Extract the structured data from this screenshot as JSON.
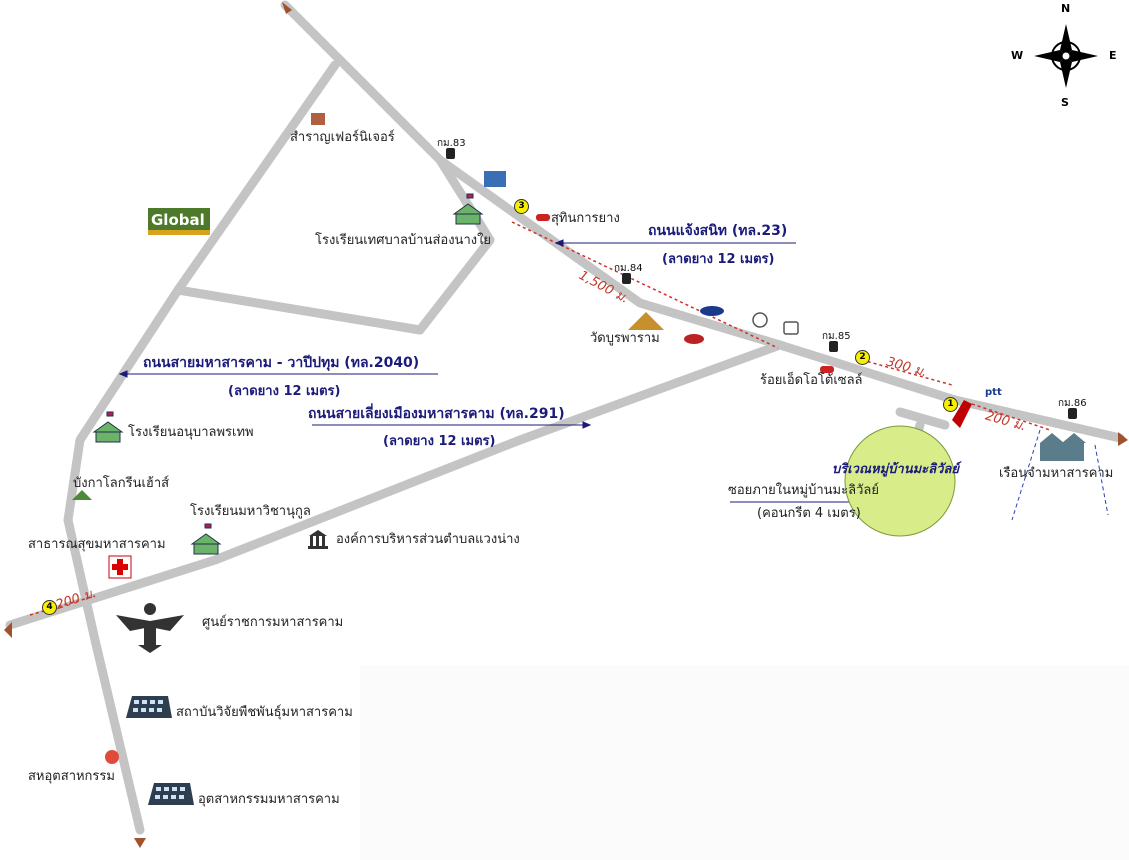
{
  "compass": {
    "n": "N",
    "s": "S",
    "e": "E",
    "w": "W"
  },
  "roads": {
    "road23_title": "ถนนแจ้งสนิท (ทล.23)",
    "road23_sub": "(ลาดยาง 12 เมตร)",
    "road2040_title": "ถนนสายมหาสารคาม - วาปีปทุม (ทล.2040)",
    "road2040_sub": "(ลาดยาง 12 เมตร)",
    "road291_title": "ถนนสายเลี่ยงเมืองมหาสารคาม (ทล.291)",
    "road291_sub": "(ลาดยาง 12 เมตร)",
    "soi_title": "ซอยภายในหมู่บ้านมะลิวัลย์",
    "soi_sub": "(คอนกรีต 4 เมตร)"
  },
  "landmarks": {
    "furniture": "สำราญเฟอร์นิเจอร์",
    "school_thesaban": "โรงเรียนเทศบาลบ้านส่องนางใย",
    "sutin": "สุทินการยาง",
    "wat": "วัดบูรพาราม",
    "roi_et_auto": "ร้อยเอ็ดโอโต้เซลล์",
    "village": "บริเวณหมู่บ้านมะลิวัลย์",
    "ruen_jam": "เรือนจำมหาสารคาม",
    "kindergarten": "โรงเรียนอนุบาลพรเทพ",
    "bungalow": "บังกาโลกรีนเฮ้าส์",
    "school_mahawichanukul": "โรงเรียนมหาวิชานุกูล",
    "health_office": "สาธารณสุขมหาสารคาม",
    "tambon_admin": "องค์การบริหารส่วนตำบลแวงน่าง",
    "govt_center": "ศูนย์ราชการมหาสารคาม",
    "research_inst": "สถาบันวิจัยพืชพันธุ์มหาสารคาม",
    "industry_coop": "สหอุตสาหกรรม",
    "industry_office": "อุตสาหกรรมมหาสารคาม",
    "global_logo": "Global",
    "ptt": "ptt"
  },
  "km_markers": {
    "km83": "กม.83",
    "km84": "กม.84",
    "km85": "กม.85",
    "km86": "กม.86"
  },
  "distances": {
    "d1500": "1,500 ม.",
    "d300": "300 ม.",
    "d200_east": "200 ม.",
    "d200_west": "200 ม."
  },
  "points": {
    "p1": "1",
    "p2": "2",
    "p3": "3",
    "p4": "4"
  },
  "colors": {
    "road": "#c4c4c4",
    "village_fill": "#d9ec8a",
    "distance": "#c0392b",
    "road_label": "#1b1b7a"
  }
}
